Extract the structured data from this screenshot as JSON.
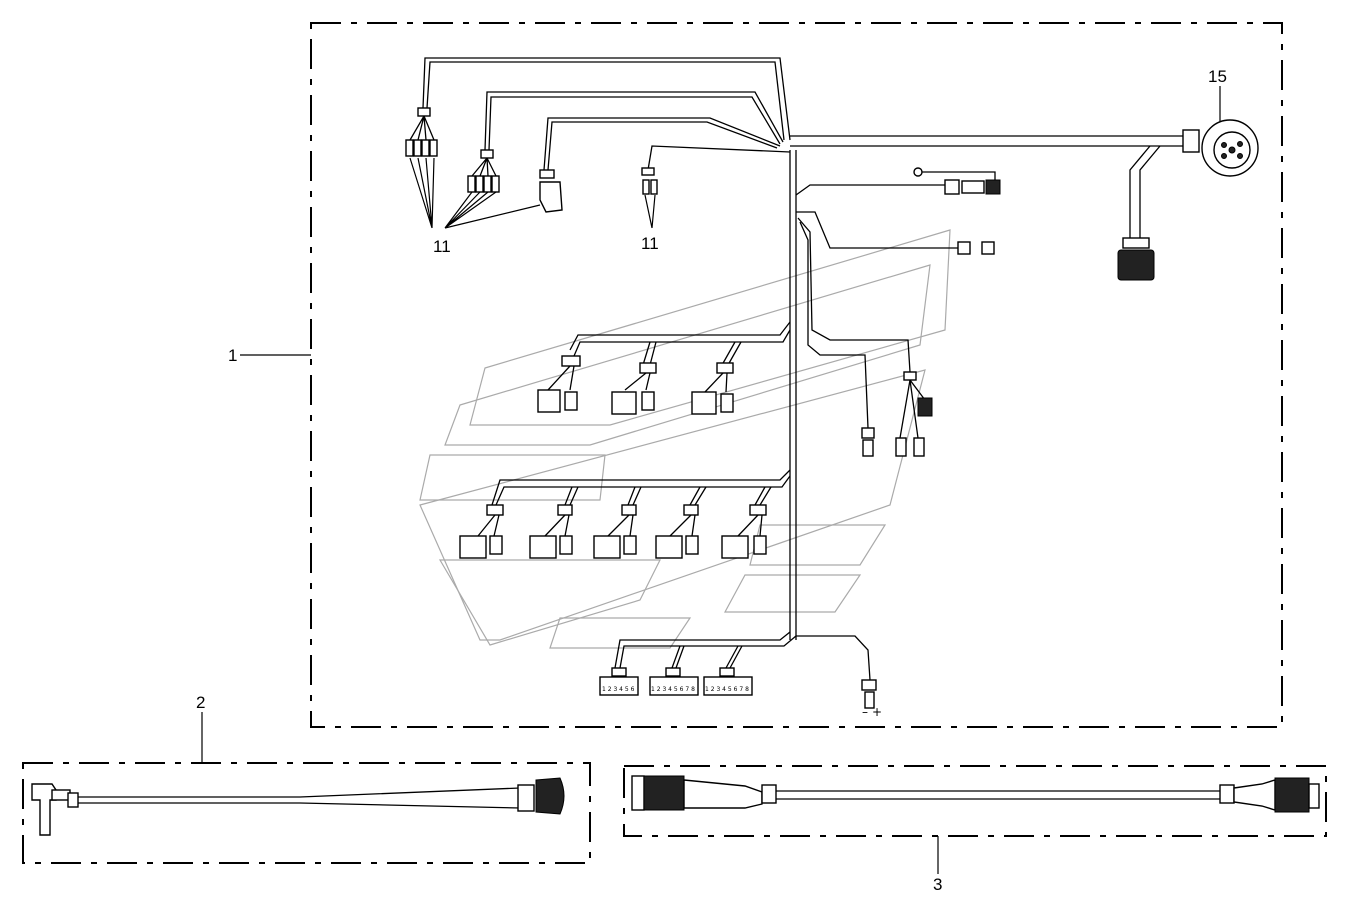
{
  "callouts": {
    "item_1": "1",
    "item_2": "2",
    "item_3": "3",
    "item_11_left": "11",
    "item_11_mid": "11",
    "item_15": "15"
  },
  "terminals": {
    "block_a": "1 2 3 4 5 6",
    "block_b": "1 2 3 4 5 6 7 8",
    "block_c": "1 2 3 4 5 6 7 8",
    "power_plus": "+",
    "power_minus": "–"
  }
}
